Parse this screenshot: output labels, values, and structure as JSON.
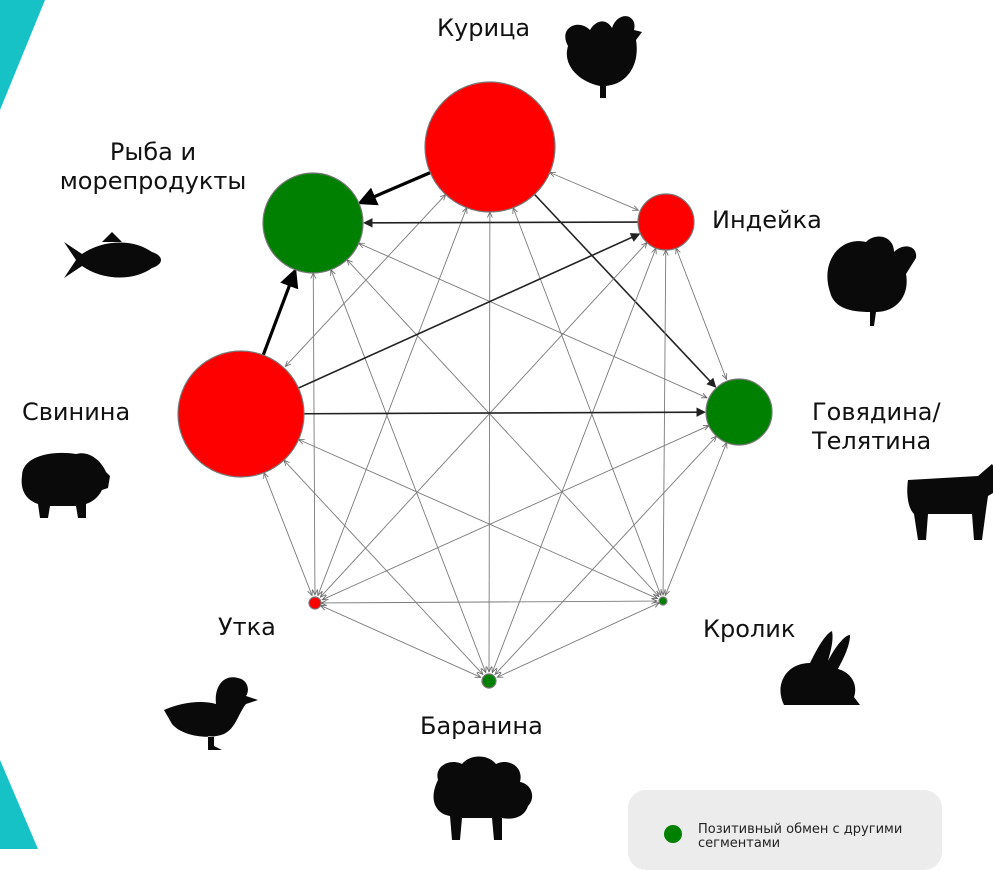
{
  "colors": {
    "negative": "#ff0000",
    "positive": "#008000",
    "accent": "#17c2c7",
    "edge": "#222222"
  },
  "nodes": [
    {
      "id": "chicken",
      "label": "Курица",
      "status": "negative",
      "icon": "chicken-icon"
    },
    {
      "id": "fish",
      "label_lines": [
        "Рыба и",
        "морепродукты"
      ],
      "status": "positive",
      "icon": "fish-icon"
    },
    {
      "id": "turkey",
      "label": "Индейка",
      "status": "negative",
      "icon": "turkey-icon"
    },
    {
      "id": "pork",
      "label": "Свинина",
      "status": "negative",
      "icon": "pig-icon"
    },
    {
      "id": "beef",
      "label_lines": [
        "Говядина/",
        "Телятина"
      ],
      "status": "positive",
      "icon": "cow-icon"
    },
    {
      "id": "duck",
      "label": "Утка",
      "status": "negative",
      "icon": "duck-icon"
    },
    {
      "id": "rabbit",
      "label": "Кролик",
      "status": "positive",
      "icon": "rabbit-icon"
    },
    {
      "id": "lamb",
      "label": "Баранина",
      "status": "positive",
      "icon": "sheep-icon"
    }
  ],
  "legend": {
    "items": [
      {
        "text": "Позитивный обмен с другими сегментами",
        "status": "positive"
      }
    ]
  }
}
